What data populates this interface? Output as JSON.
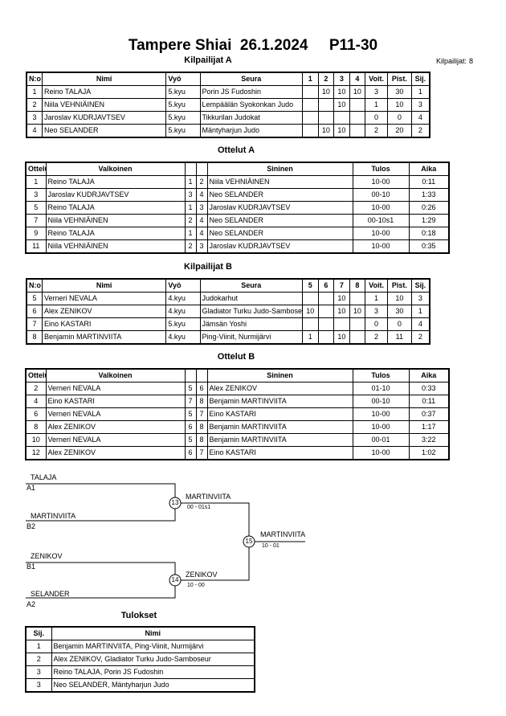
{
  "header": {
    "title": "Tampere Shiai  26.1.2024     P11-30",
    "count_label": "Kilpailijat:",
    "count_value": "8"
  },
  "groupA": {
    "title": "Kilpailijat A",
    "headers": [
      "N:o",
      "Nimi",
      "Vyö",
      "Seura",
      "1",
      "2",
      "3",
      "4",
      "Voit.",
      "Pist.",
      "Sij."
    ],
    "rows": [
      [
        "1",
        "Reino TALAJA",
        "5.kyu",
        "Porin JS Fudoshin",
        "",
        "10",
        "10",
        "10",
        "3",
        "30",
        "1"
      ],
      [
        "2",
        "Niila VEHNIÄINEN",
        "5.kyu",
        "Lempäälän Syokonkan Judo",
        "",
        "",
        "10",
        "",
        "1",
        "10",
        "3"
      ],
      [
        "3",
        "Jaroslav KUDRJAVTSEV",
        "5.kyu",
        "Tikkurilan Judokat",
        "",
        "",
        "",
        "",
        "0",
        "0",
        "4"
      ],
      [
        "4",
        "Neo SELANDER",
        "5.kyu",
        "Mäntyharjun Judo",
        "",
        "10",
        "10",
        "",
        "2",
        "20",
        "2"
      ]
    ]
  },
  "matchesA": {
    "title": "Ottelut A",
    "headers": [
      "Ottelu",
      "Valkoinen",
      "",
      "",
      "Sininen",
      "Tulos",
      "Aika"
    ],
    "rows": [
      [
        "1",
        "Reino TALAJA",
        "1",
        "2",
        "Niila VEHNIÄINEN",
        "10-00",
        "0:11"
      ],
      [
        "3",
        "Jaroslav KUDRJAVTSEV",
        "3",
        "4",
        "Neo SELANDER",
        "00-10",
        "1:33"
      ],
      [
        "5",
        "Reino TALAJA",
        "1",
        "3",
        "Jaroslav KUDRJAVTSEV",
        "10-00",
        "0:26"
      ],
      [
        "7",
        "Niila VEHNIÄINEN",
        "2",
        "4",
        "Neo SELANDER",
        "00-10s1",
        "1:29"
      ],
      [
        "9",
        "Reino TALAJA",
        "1",
        "4",
        "Neo SELANDER",
        "10-00",
        "0:18"
      ],
      [
        "11",
        "Niila VEHNIÄINEN",
        "2",
        "3",
        "Jaroslav KUDRJAVTSEV",
        "10-00",
        "0:35"
      ]
    ]
  },
  "groupB": {
    "title": "Kilpailijat B",
    "headers": [
      "N:o",
      "Nimi",
      "Vyö",
      "Seura",
      "5",
      "6",
      "7",
      "8",
      "Voit.",
      "Pist.",
      "Sij."
    ],
    "rows": [
      [
        "5",
        "Verneri NEVALA",
        "4.kyu",
        "Judokarhut",
        "",
        "",
        "10",
        "",
        "1",
        "10",
        "3"
      ],
      [
        "6",
        "Alex ZENIKOV",
        "4.kyu",
        "Gladiator Turku Judo-Samboseur",
        "10",
        "",
        "10",
        "10",
        "3",
        "30",
        "1"
      ],
      [
        "7",
        "Eino KASTARI",
        "5.kyu",
        "Jämsän Yoshi",
        "",
        "",
        "",
        "",
        "0",
        "0",
        "4"
      ],
      [
        "8",
        "Benjamin MARTINVIITA",
        "4.kyu",
        "Ping-Viinit, Nurmijärvi",
        "1",
        "",
        "10",
        "",
        "2",
        "11",
        "2"
      ]
    ]
  },
  "matchesB": {
    "title": "Ottelut B",
    "headers": [
      "Ottelu",
      "Valkoinen",
      "",
      "",
      "Sininen",
      "Tulos",
      "Aika"
    ],
    "rows": [
      [
        "2",
        "Verneri NEVALA",
        "5",
        "6",
        "Alex ZENIKOV",
        "01-10",
        "0:33"
      ],
      [
        "4",
        "Eino KASTARI",
        "7",
        "8",
        "Benjamin MARTINVIITA",
        "00-10",
        "0:11"
      ],
      [
        "6",
        "Verneri NEVALA",
        "5",
        "7",
        "Eino KASTARI",
        "10-00",
        "0:37"
      ],
      [
        "8",
        "Alex ZENIKOV",
        "6",
        "8",
        "Benjamin MARTINVIITA",
        "10-00",
        "1:17"
      ],
      [
        "10",
        "Verneri NEVALA",
        "5",
        "8",
        "Benjamin MARTINVIITA",
        "00-01",
        "3:22"
      ],
      [
        "12",
        "Alex ZENIKOV",
        "6",
        "7",
        "Eino KASTARI",
        "10-00",
        "1:02"
      ]
    ]
  },
  "bracket": {
    "semi1": {
      "top": "TALAJA",
      "top_seed": "A1",
      "bottom": "MARTINVIITA",
      "bottom_seed": "B2",
      "match": "13",
      "winner": "MARTINVIITA",
      "score": "00 - 01s1"
    },
    "semi2": {
      "top": "ZENIKOV",
      "top_seed": "B1",
      "bottom": "SELANDER",
      "bottom_seed": "A2",
      "match": "14",
      "winner": "ZENIKOV",
      "score": "10 - 00"
    },
    "final": {
      "match": "15",
      "winner": "MARTINVIITA",
      "score": "10 - 01"
    }
  },
  "results": {
    "title": "Tulokset",
    "headers": [
      "Sij.",
      "Nimi"
    ],
    "rows": [
      [
        "1",
        "Benjamin MARTINVIITA, Ping-Viinit, Nurmijärvi"
      ],
      [
        "2",
        "Alex ZENIKOV, Gladiator Turku Judo-Samboseur"
      ],
      [
        "3",
        "Reino TALAJA, Porin JS Fudoshin"
      ],
      [
        "3",
        "Neo SELANDER, Mäntyharjun Judo"
      ]
    ]
  }
}
